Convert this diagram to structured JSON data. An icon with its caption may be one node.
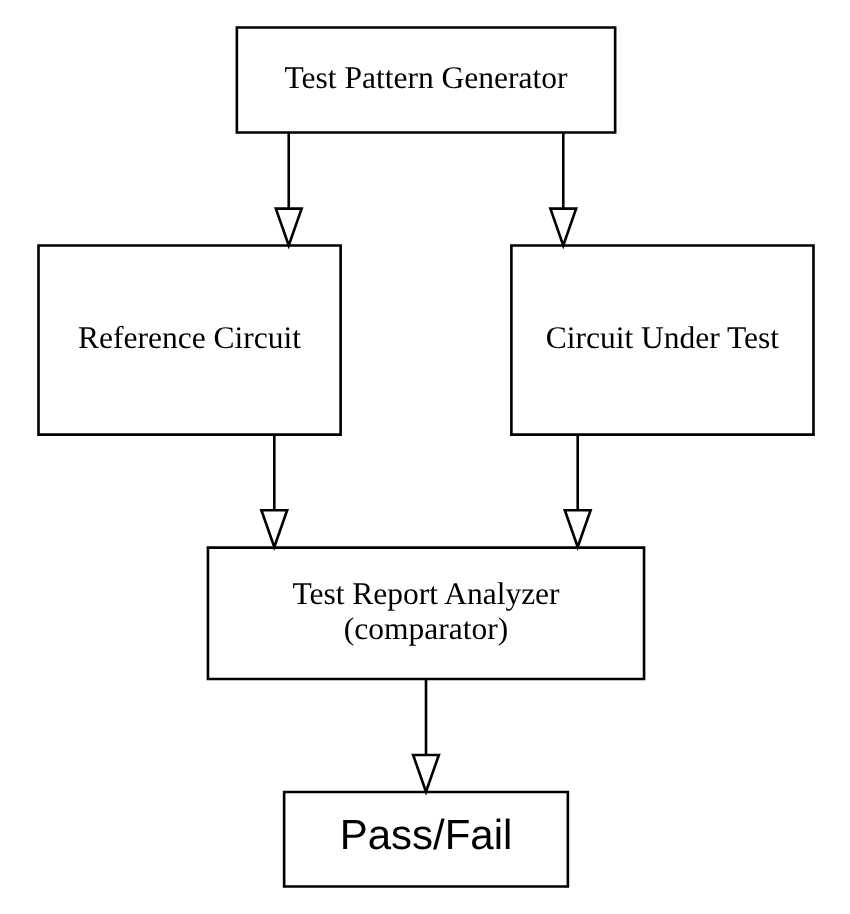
{
  "diagram": {
    "nodes": [
      {
        "text": [
          "Test Pattern Generator"
        ]
      },
      {
        "text": [
          "Reference Circuit"
        ]
      },
      {
        "text": [
          "Circuit Under Test"
        ]
      },
      {
        "text": [
          "Test Report Analyzer",
          "(comparator)"
        ]
      },
      {
        "text": [
          "Pass/Fail"
        ]
      }
    ],
    "edges": [
      {
        "from": 0,
        "to": 1,
        "arrow": "to"
      },
      {
        "from": 0,
        "to": 2,
        "arrow": "to"
      },
      {
        "from": 1,
        "to": 3,
        "arrow": "to"
      },
      {
        "from": 2,
        "to": 3,
        "arrow": "to"
      },
      {
        "from": 3,
        "to": 4,
        "arrow": "to"
      }
    ]
  }
}
